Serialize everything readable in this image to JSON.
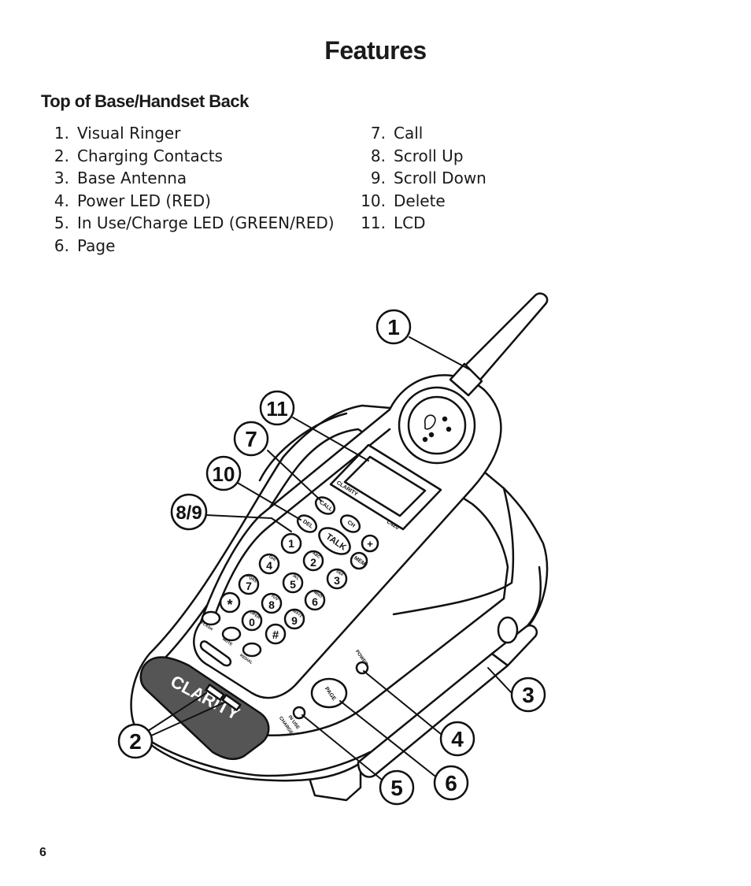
{
  "page": {
    "title": "Features",
    "section_title": "Top of Base/Handset Back",
    "page_number": "6"
  },
  "features_left": [
    {
      "num": "1.",
      "label": "Visual Ringer"
    },
    {
      "num": "2.",
      "label": "Charging Contacts"
    },
    {
      "num": "3.",
      "label": "Base Antenna"
    },
    {
      "num": "4.",
      "label": "Power LED (RED)"
    },
    {
      "num": "5.",
      "label": "In Use/Charge LED (GREEN/RED)"
    },
    {
      "num": "6.",
      "label": "Page"
    }
  ],
  "features_right": [
    {
      "num": "7.",
      "label": "Call"
    },
    {
      "num": "8.",
      "label": "Scroll Up"
    },
    {
      "num": "9.",
      "label": "Scroll Down"
    },
    {
      "num": "10.",
      "label": "Delete"
    },
    {
      "num": "11.",
      "label": "LCD"
    }
  ],
  "callouts": {
    "c1": "1",
    "c2": "2",
    "c3": "3",
    "c4": "4",
    "c5": "5",
    "c6": "6",
    "c7": "7",
    "c89": "8/9",
    "c10": "10",
    "c11": "11"
  },
  "device_labels": {
    "brand": "CLARITY",
    "model": "C420",
    "call": "CALL",
    "ch": "CH",
    "del": "DEL",
    "talk": "TALK",
    "plus": "+",
    "mem": "MEM",
    "flash": "FLASH",
    "mute": "MUTE",
    "redial": "REDIAL",
    "power": "POWER",
    "page": "PAGE",
    "in_use_line1": "IN USE",
    "in_use_line2": "CHARGE",
    "keys": [
      {
        "digit": "1",
        "letters": ""
      },
      {
        "digit": "2",
        "letters": "ABC"
      },
      {
        "digit": "3",
        "letters": "DEF"
      },
      {
        "digit": "4",
        "letters": "GHI"
      },
      {
        "digit": "5",
        "letters": "JKL"
      },
      {
        "digit": "6",
        "letters": "MNO"
      },
      {
        "digit": "7",
        "letters": "PQRS"
      },
      {
        "digit": "8",
        "letters": "TUV"
      },
      {
        "digit": "9",
        "letters": "WXYZ"
      },
      {
        "digit": "*",
        "letters": ""
      },
      {
        "digit": "0",
        "letters": "OPER"
      },
      {
        "digit": "#",
        "letters": ""
      }
    ]
  }
}
